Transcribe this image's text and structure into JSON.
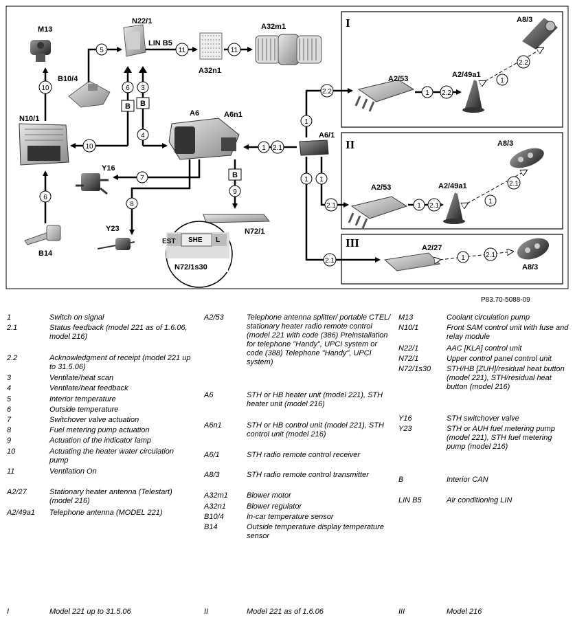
{
  "doc_ref": "P83.70-5088-09",
  "diagram": {
    "components": {
      "M13": "M13",
      "N22_1": "N22/1",
      "A32m1": "A32m1",
      "A32n1": "A32n1",
      "B10_4": "B10/4",
      "N10_1": "N10/1",
      "A6": "A6",
      "A6n1": "A6n1",
      "Y16": "Y16",
      "Y23": "Y23",
      "B14": "B14",
      "N72_1": "N72/1",
      "N72_1s30": "N72/1s30",
      "A6_1": "A6/1",
      "A8_3": "A8/3",
      "A2_53": "A2/53",
      "A2_49a1": "A2/49a1",
      "A2_27": "A2/27",
      "lin_b5": "LIN B5",
      "bus_b": "B"
    },
    "signals": {
      "s1": "1",
      "s2_1": "2.1",
      "s2_2": "2.2",
      "s3": "3",
      "s4": "4",
      "s5": "5",
      "s6": "6",
      "s7": "7",
      "s8": "8",
      "s9": "9",
      "s10": "10",
      "s11": "11"
    },
    "panels": {
      "p1": "I",
      "p2": "II",
      "p3": "III"
    },
    "button_text": {
      "left": "EST",
      "mid": "SHE",
      "right": "L"
    }
  },
  "legend": {
    "col1": [
      {
        "code": "1",
        "desc": "Switch on signal"
      },
      {
        "code": "2.1",
        "desc": "Status feedback (model 221 as of 1.6.06, model 216)"
      },
      {
        "code": "2.2",
        "desc": "Acknowledgment of receipt (model 221 up to 31.5.06)"
      },
      {
        "code": "3",
        "desc": "Ventilate/heat scan"
      },
      {
        "code": "4",
        "desc": "Ventilate/heat feedback"
      },
      {
        "code": "5",
        "desc": "Interior temperature"
      },
      {
        "code": "6",
        "desc": "Outside temperature"
      },
      {
        "code": "7",
        "desc": "Switchover valve actuation"
      },
      {
        "code": "8",
        "desc": "Fuel metering pump actuation"
      },
      {
        "code": "9",
        "desc": "Actuation of the indicator lamp"
      },
      {
        "code": "10",
        "desc": "Actuating the heater water circulation pump"
      },
      {
        "code": "11",
        "desc": "Ventilation On"
      },
      {
        "code": "A2/27",
        "desc": "Stationary heater antenna (Telestart) (model 216)"
      },
      {
        "code": "A2/49a1",
        "desc": "Telephone antenna (MODEL 221)"
      }
    ],
    "col2": [
      {
        "code": "A2/53",
        "desc": "Telephone antenna splitter/ portable CTEL/ stationary heater radio remote control (model 221 with code (386) Preinstallation for telephone \"Handy\", UPCI system or code (388) Telephone \"Handy\", UPCI system)"
      },
      {
        "code": "A6",
        "desc": "STH or HB heater unit (model 221), STH heater unit (model 216)"
      },
      {
        "code": "A6n1",
        "desc": "STH or HB control unit (model 221), STH control unit (model 216)"
      },
      {
        "code": "A6/1",
        "desc": "STH radio remote control receiver"
      },
      {
        "code": "A8/3",
        "desc": "STH radio remote control transmitter"
      },
      {
        "code": "A32m1",
        "desc": "Blower motor"
      },
      {
        "code": "A32n1",
        "desc": "Blower regulator"
      },
      {
        "code": "B10/4",
        "desc": "In-car temperature sensor"
      },
      {
        "code": "B14",
        "desc": "Outside temperature display temperature sensor"
      }
    ],
    "col3": [
      {
        "code": "M13",
        "desc": "Coolant circulation pump"
      },
      {
        "code": "N10/1",
        "desc": "Front SAM control unit with fuse and relay module"
      },
      {
        "code": "N22/1",
        "desc": "AAC [KLA] control unit"
      },
      {
        "code": "N72/1",
        "desc": "Upper control panel control unit"
      },
      {
        "code": "N72/1s30",
        "desc": "STH/HB [ZUH]/residual heat button (model 221), STH/residual heat button (model 216)"
      },
      {
        "code": "Y16",
        "desc": "STH switchover valve"
      },
      {
        "code": "Y23",
        "desc": "STH or AUH fuel metering pump (model 221), STH fuel metering pump (model 216)"
      },
      {
        "code": "B",
        "desc": "Interior CAN"
      },
      {
        "code": "LIN B5",
        "desc": "Air conditioning LIN"
      }
    ],
    "footer": [
      {
        "code": "I",
        "desc": "Model 221 up to 31.5.06"
      },
      {
        "code": "II",
        "desc": "Model 221 as of 1.6.06"
      },
      {
        "code": "III",
        "desc": "Model 216"
      }
    ]
  }
}
